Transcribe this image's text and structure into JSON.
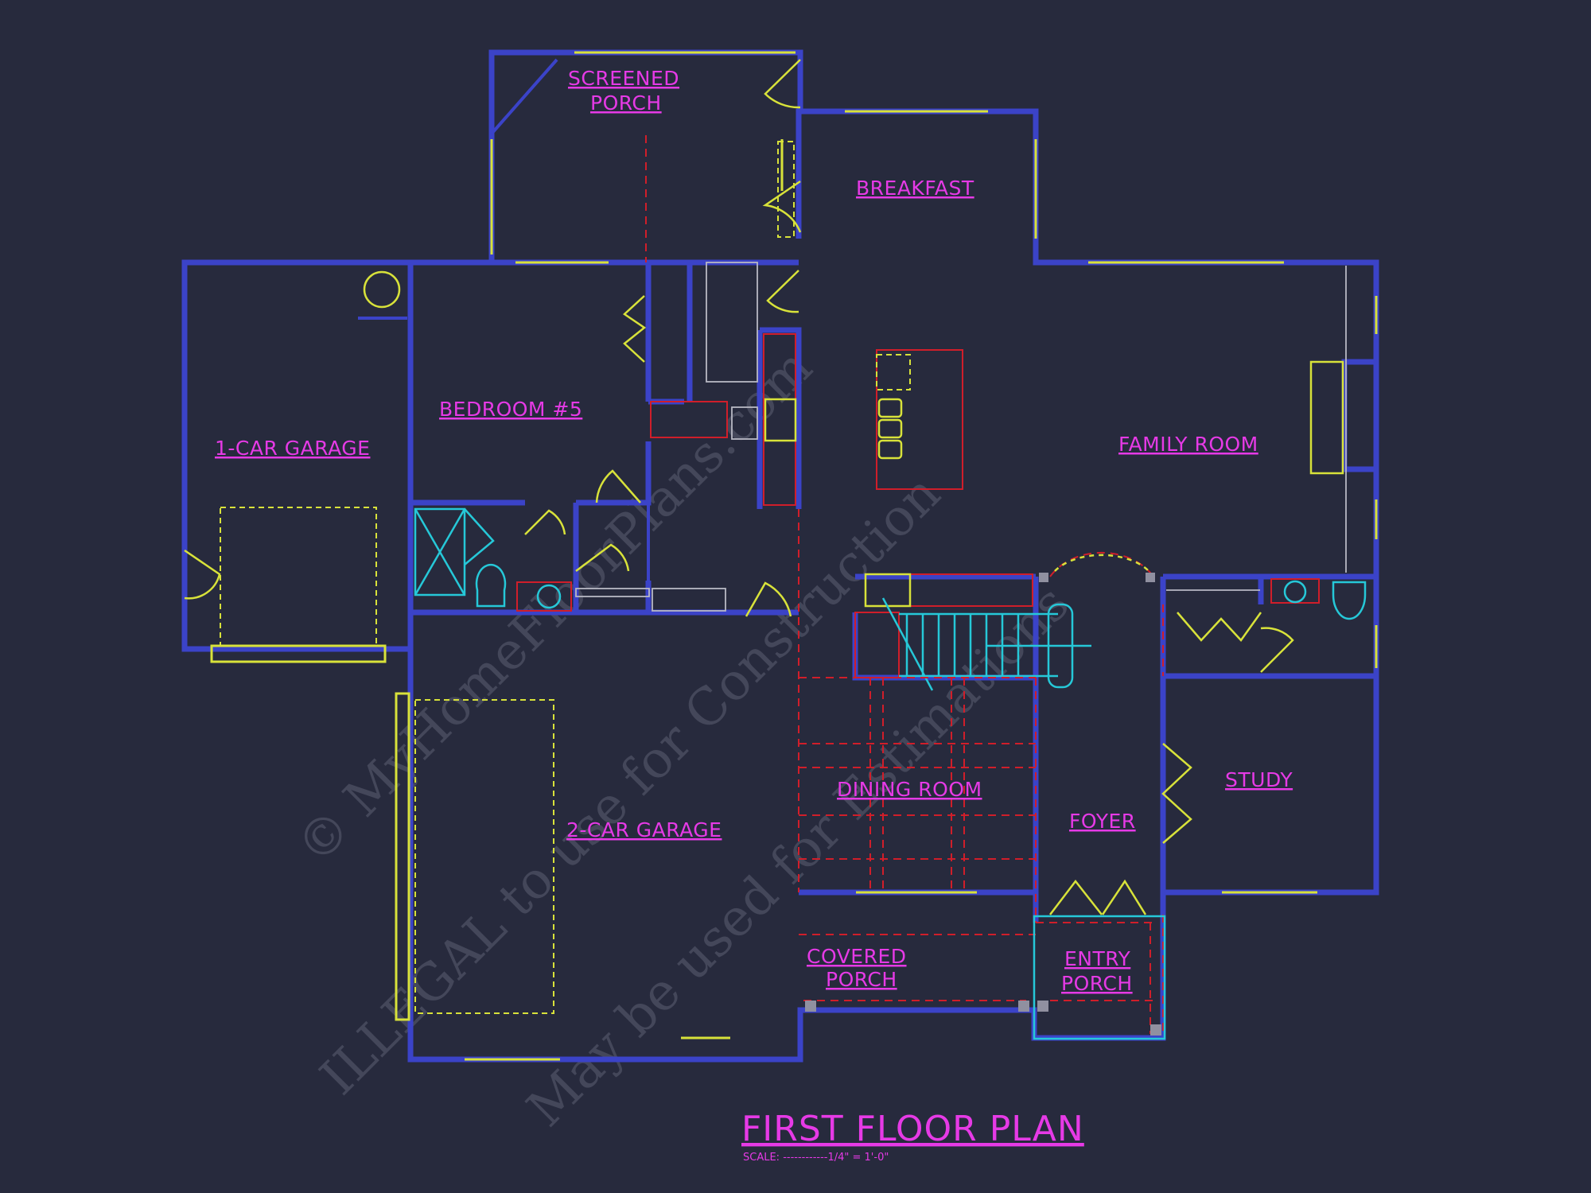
{
  "plan": {
    "title": "FIRST FLOOR PLAN",
    "scale": "SCALE: ------------1/4\" = 1'-0\""
  },
  "rooms": {
    "screened_porch_1": "SCREENED",
    "screened_porch_2": "PORCH",
    "breakfast": "BREAKFAST",
    "bedroom5": "BEDROOM #5",
    "one_car_garage": "1-CAR GARAGE",
    "family_room": "FAMILY ROOM",
    "two_car_garage": "2-CAR GARAGE",
    "dining_room": "DINING ROOM",
    "foyer": "FOYER",
    "study": "STUDY",
    "covered_porch_1": "COVERED",
    "covered_porch_2": "PORCH",
    "entry_porch_1": "ENTRY",
    "entry_porch_2": "PORCH"
  },
  "watermark": {
    "line1": "© MyHomeFloorPlans.com",
    "line2": "ILLEGAL to use for Construction",
    "line3": "May be used for Estimations"
  },
  "colors": {
    "background": "#272a3d",
    "walls": "#3b43c8",
    "labels": "#e63ae6",
    "windows_doors": "#d8e23a",
    "fixtures": "#26c8d8",
    "overlay_lines": "#d01e2a"
  }
}
